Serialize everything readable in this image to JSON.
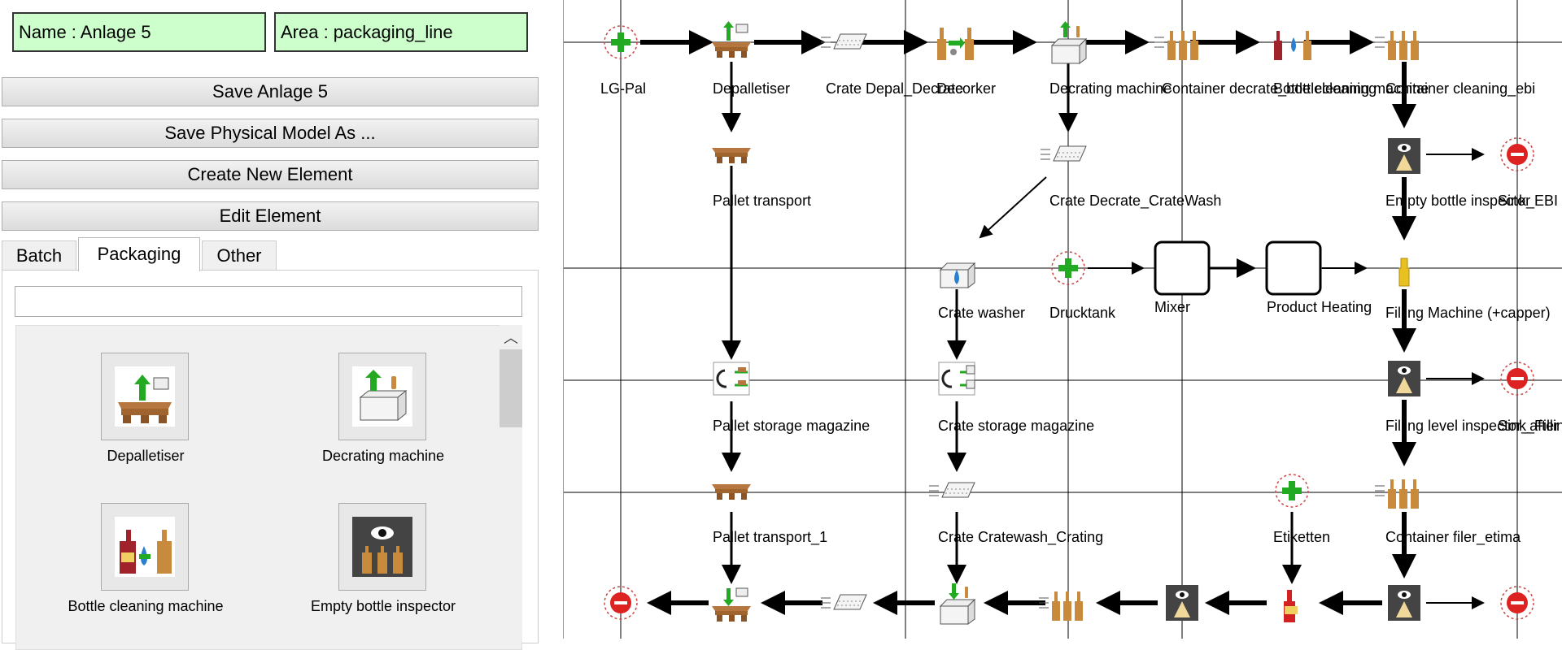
{
  "info": {
    "name": "Name : Anlage 5",
    "area": "Area : packaging_line"
  },
  "buttons": {
    "save": "Save Anlage 5",
    "save_as": "Save Physical Model As ...",
    "create": "Create New Element",
    "edit": "Edit Element"
  },
  "tabs": [
    {
      "label": "Batch"
    },
    {
      "label": "Packaging"
    },
    {
      "label": "Other"
    }
  ],
  "search": {
    "value": ""
  },
  "palette": [
    {
      "label": "Depalletiser",
      "icon": "depalletiser-icon"
    },
    {
      "label": "Decrating machine",
      "icon": "decrating-machine-icon"
    },
    {
      "label": "Bottle cleaning machine",
      "icon": "bottle-cleaning-icon"
    },
    {
      "label": "Empty bottle inspector",
      "icon": "inspector-icon"
    }
  ],
  "canvas": {
    "labels": {
      "lgpal": "LG-Pal",
      "depalletiser": "Depalletiser",
      "crate_depal": "Crate Depal_Decrate",
      "decorker": "Decorker",
      "decrating": "Decrating machine",
      "container_decrate": "Container decrate_bottlecleaning",
      "bottle_cleaning": "Bottle cleaning machine",
      "container_cleaning": "Container cleaning_ebi",
      "pallet_transport": "Pallet transport",
      "crate_decrate_wash": "Crate Decrate_CrateWash",
      "empty_bottle_insp": "Empty bottle inspector",
      "sink_ebi": "Sink_EBI",
      "crate_washer": "Crate washer",
      "drucktank": "Drucktank",
      "mixer": "Mixer",
      "product_heating": "Product Heating",
      "filling_machine": "Filling Machine (+capper)",
      "pallet_storage": "Pallet storage magazine",
      "crate_storage": "Crate storage magazine",
      "filling_level": "Filling level inspector_after",
      "sink_filling": "Sink_Filling",
      "pallet_transport_1": "Pallet transport_1",
      "crate_cratewash": "Crate Cratewash_Crating",
      "etiketten": "Etiketten",
      "container_filer": "Container filer_etima"
    }
  },
  "colors": {
    "info_bg": "#ccffcc",
    "source_green": "#22aa22",
    "sink_red": "#dd2222",
    "wood": "#b5763f"
  }
}
